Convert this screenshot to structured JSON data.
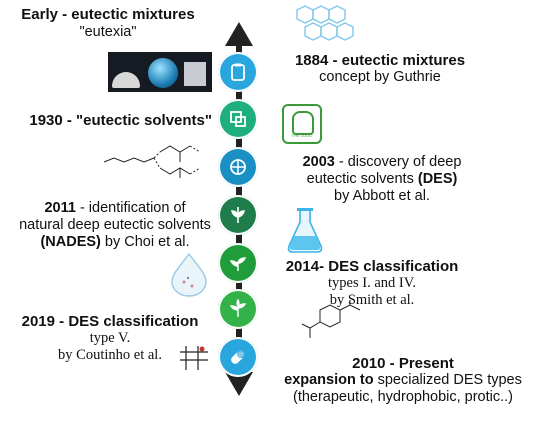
{
  "timeline": {
    "events": [
      {
        "year": "Early - eutectic mixtures",
        "desc": "\"eutexia\""
      },
      {
        "year": "1884 - eutectic mixtures",
        "desc": "concept by Guthrie"
      },
      {
        "year": "1930 - \"eutectic solvents\"",
        "desc": ""
      },
      {
        "year": "2003",
        "desc_1": " - discovery of deep",
        "desc_2": "eutectic solvents",
        "desc_2_bold": " (DES)",
        "desc_3": "by Abbott et al."
      },
      {
        "year": "2011",
        "desc_1": " - identification of",
        "desc_2": "natural deep eutectic solvents",
        "desc_3_bold": "(NADES)",
        "desc_3": " by Choi et al."
      },
      {
        "year": "2014- DES classification",
        "desc_1": "types I. and IV.",
        "desc_2": "by Smith et al."
      },
      {
        "year": "2019 - DES classification",
        "desc_1": "type V.",
        "desc_2": "by Coutinho et al."
      },
      {
        "year": "2010 - Present",
        "desc_1_bold": "expansion to",
        "desc_1": " specialized DES types",
        "desc_2": "(therapeutic, hydrophobic, protic..)"
      }
    ],
    "node_colors": [
      "#2aa6df",
      "#1fae7e",
      "#1a8fc4",
      "#1e7d4a",
      "#1f9d3b",
      "#33b24a",
      "#2aa6df"
    ],
    "node_icons": [
      "document-icon",
      "copy-icon",
      "crosshair-icon",
      "leaf-icon",
      "leaf-icon",
      "plant-icon",
      "pill-icon"
    ],
    "logo_text": "THE LOGO"
  }
}
